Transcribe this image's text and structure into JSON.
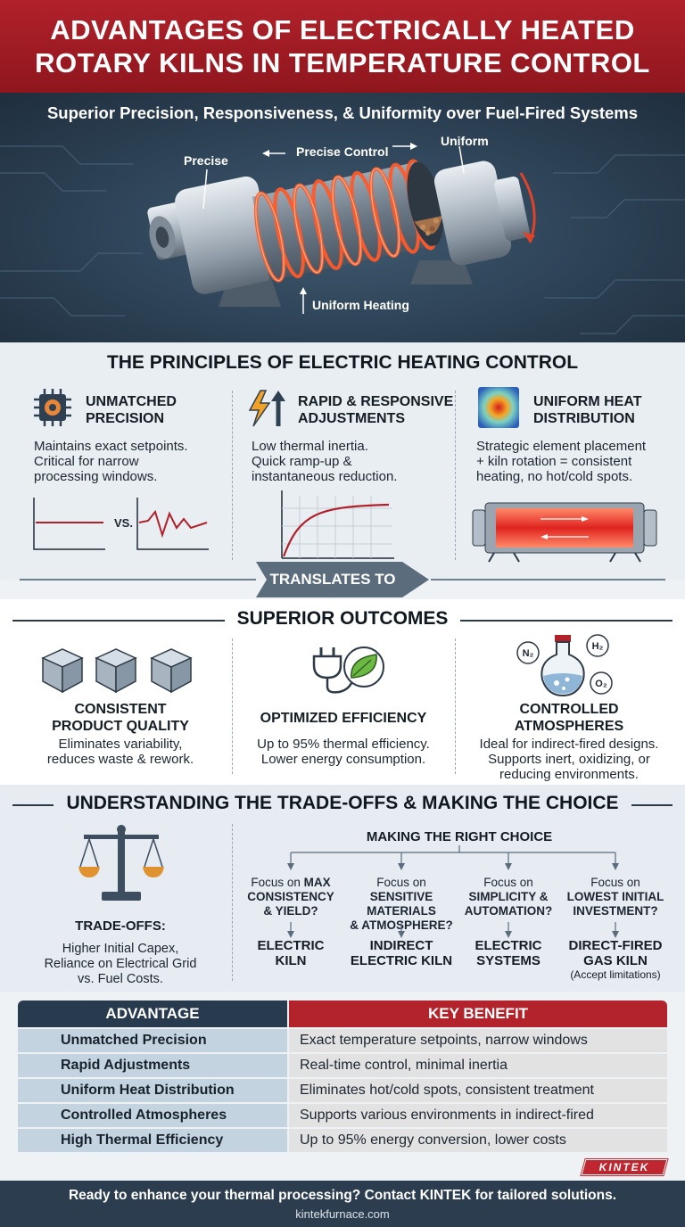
{
  "header": {
    "line1": "ADVANTAGES OF ELECTRICALLY HEATED",
    "line2": "ROTARY KILNS IN TEMPERATURE CONTROL"
  },
  "hero": {
    "subtitle": "Superior Precision, Responsiveness, & Uniformity over Fuel-Fired Systems",
    "label_precise": "Precise",
    "label_precise_control": "Precise Control",
    "label_uniform": "Uniform",
    "label_uniform_heating": "Uniform Heating"
  },
  "principles": {
    "title": "THE PRINCIPLES OF ELECTRIC HEATING CONTROL",
    "items": [
      {
        "head1": "UNMATCHED",
        "head2": "PRECISION",
        "body1": "Maintains exact setpoints.",
        "body2": "Critical for narrow",
        "body3": "processing windows.",
        "icon": "chip-gear-icon"
      },
      {
        "head1": "RAPID & RESPONSIVE",
        "head2": "ADJUSTMENTS",
        "body1": "Low thermal inertia.",
        "body2": "Quick ramp-up &",
        "body3": "instantaneous reduction.",
        "icon": "lightning-arrow-icon"
      },
      {
        "head1": "UNIFORM HEAT",
        "head2": "DISTRIBUTION",
        "body1": "Strategic element placement",
        "body2": "+ kiln rotation = consistent",
        "body3": "heating, no hot/cold spots.",
        "icon": "heatmap-icon"
      }
    ],
    "vs_label": "VS."
  },
  "translates": "TRANSLATES TO",
  "outcomes": {
    "title": "SUPERIOR OUTCOMES",
    "items": [
      {
        "head1": "CONSISTENT",
        "head2": "PRODUCT QUALITY",
        "body1": "Eliminates variability,",
        "body2": "reduces waste & rework.",
        "body3": ""
      },
      {
        "head1": "",
        "head2": "OPTIMIZED EFFICIENCY",
        "body1": "Up to 95% thermal efficiency.",
        "body2": "Lower energy consumption.",
        "body3": ""
      },
      {
        "head1": "CONTROLLED",
        "head2": "ATMOSPHERES",
        "body1": "Ideal for indirect-fired designs.",
        "body2": "Supports inert, oxidizing, or",
        "body3": "reducing environments."
      }
    ],
    "flask_labels": [
      "N₂",
      "H₂",
      "O₂"
    ]
  },
  "tradeoffs": {
    "title": "UNDERSTANDING THE TRADE-OFFS & MAKING THE CHOICE",
    "label": "TRADE-OFFS:",
    "body1": "Higher Initial Capex,",
    "body2": "Reliance on Electrical Grid",
    "body3": "vs. Fuel Costs.",
    "choice_title": "MAKING THE RIGHT CHOICE",
    "choices": [
      {
        "focus": "Focus on",
        "focus_b": "MAX",
        "q1": "CONSISTENCY",
        "q2": "& YIELD?",
        "r1": "ELECTRIC",
        "r2": "KILN",
        "note": ""
      },
      {
        "focus": "Focus on",
        "focus_b": "",
        "q1": "SENSITIVE MATERIALS",
        "q2": "& ATMOSPHERE?",
        "r1": "INDIRECT",
        "r2": "ELECTRIC KILN",
        "note": ""
      },
      {
        "focus": "Focus on",
        "focus_b": "",
        "q1": "SIMPLICITY &",
        "q2": "AUTOMATION?",
        "r1": "ELECTRIC",
        "r2": "SYSTEMS",
        "note": ""
      },
      {
        "focus": "Focus on",
        "focus_b": "",
        "q1": "LOWEST INITIAL",
        "q2": "INVESTMENT?",
        "r1": "DIRECT-FIRED",
        "r2": "GAS KILN",
        "note": "(Accept limitations)"
      }
    ]
  },
  "table": {
    "header_advantage": "ADVANTAGE",
    "header_benefit": "KEY BENEFIT",
    "rows": [
      {
        "advantage": "Unmatched Precision",
        "benefit": "Exact temperature setpoints, narrow windows"
      },
      {
        "advantage": "Rapid Adjustments",
        "benefit": "Real-time control, minimal inertia"
      },
      {
        "advantage": "Uniform Heat Distribution",
        "benefit": "Eliminates hot/cold spots, consistent treatment"
      },
      {
        "advantage": "Controlled Atmospheres",
        "benefit": "Supports various environments in indirect-fired"
      },
      {
        "advantage": "High Thermal Efficiency",
        "benefit": "Up to 95% energy conversion, lower costs"
      }
    ]
  },
  "logo": "KINTEK",
  "footer": {
    "cta": "Ready to enhance your thermal processing? Contact KINTEK for tailored solutions.",
    "url": "kintekfurnace.com"
  },
  "colors": {
    "brand_red": "#b1212a",
    "navy": "#283a4e",
    "accent_blue": "#c3d3e0"
  }
}
